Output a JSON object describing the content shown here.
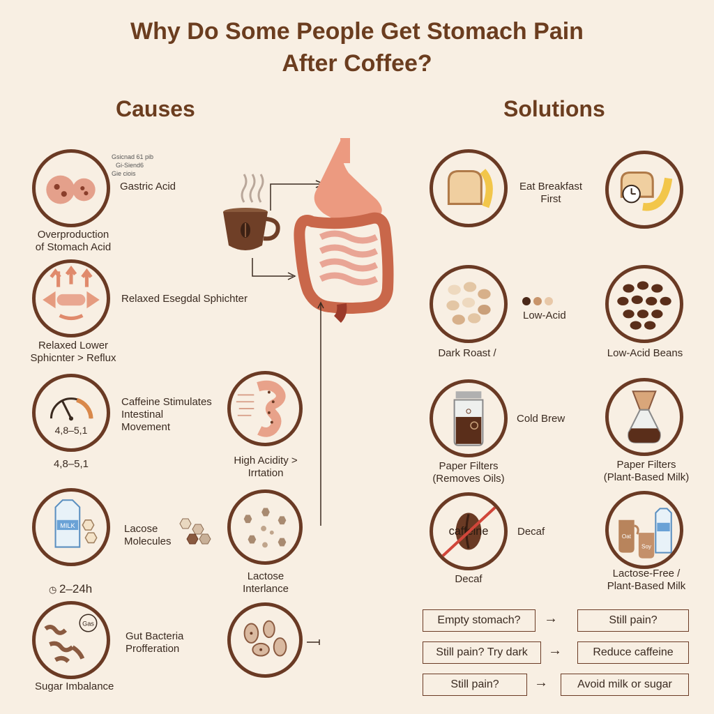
{
  "title_line1": "Why Do Some People Get Stomach Pain",
  "title_line2": "After Coffee?",
  "causes_heading": "Causes",
  "solutions_heading": "Solutions",
  "causes": {
    "c1_side": "Gastric Acid",
    "c1_below_1": "Overproduction",
    "c1_below_2": "of Stomach Acid",
    "c1_tiny_1": "Gsicnad  61  pib",
    "c1_tiny_2": "Gi-Siend6",
    "c1_tiny_3": "Gie ciois",
    "c2_side": "Relaxed Esegdal Sphichter",
    "c2_below_1": "Relaxed Lower",
    "c2_below_2": "Sphicnter > Reflux",
    "c3_side_1": "Caffeine Stimulates",
    "c3_side_2": "Intestinal",
    "c3_side_3": "Movement",
    "c3_gauge": "4,8–5,1",
    "c3_below": "4,8–5,1",
    "c4_label_1": "High Acidity >",
    "c4_label_2": "Irrtation",
    "c5_milk": "MILK",
    "c5_side_1": "Lacose",
    "c5_side_2": "Molecules",
    "c5_time": "2–24h",
    "c6_label_1": "Lactose",
    "c6_label_2": "Interlance",
    "c7_gas": "Gas",
    "c7_side_1": "Gut Bacteria",
    "c7_side_2": "Profferation",
    "c7_below": "Sugar Imbalance"
  },
  "solutions": {
    "s1_label_1": "Eat Breakfast",
    "s1_label_2": "First",
    "s2_mid": "Low-Acid",
    "s2_left": "Dark Roast /",
    "s2_right": "Low-Acid Beans",
    "s3_mid": "Cold Brew",
    "s3_left_1": "Paper Filters",
    "s3_left_2": "(Removes Oils)",
    "s3_right_1": "Paper Filters",
    "s3_right_2": "(Plant-Based Milk)",
    "s4_icon_text": "caffeine",
    "s4_mid": "Decaf",
    "s4_left": "Decaf",
    "s4_oat": "Oat",
    "s4_soy": "Soy",
    "s4_right_1": "Lactose-Free /",
    "s4_right_2": "Plant-Based Milk"
  },
  "flow": [
    {
      "left": "Empty stomach?",
      "right": "Still pain?"
    },
    {
      "left": "Still pain? Try dark",
      "right": "Reduce caffeine"
    },
    {
      "left": "Still pain?",
      "right": "Avoid milk or sugar"
    }
  ],
  "flow_arrow": "→",
  "colors": {
    "accent": "#6b3d1f",
    "background": "#f8efe3",
    "ring": "#6a3a24",
    "organ": "#e7927a"
  }
}
